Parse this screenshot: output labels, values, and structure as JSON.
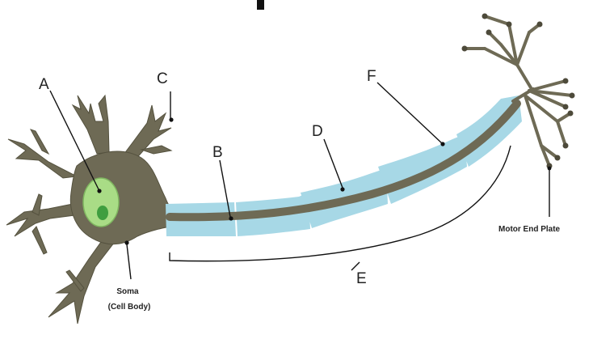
{
  "labels": {
    "a": "A",
    "b": "B",
    "c": "C",
    "d": "D",
    "e": "E",
    "f": "F"
  },
  "captions": {
    "soma_line1": "Soma",
    "soma_line2": "(Cell Body)",
    "motor_end_plate": "Motor End Plate"
  },
  "colors": {
    "neuron_body": "#6e6a55",
    "neuron_outline": "#55523f",
    "myelin": "#a7d8e6",
    "nucleus": "#a9dc86",
    "nucleolus": "#3f9e3f",
    "terminal_knob": "#4d4a3a"
  }
}
